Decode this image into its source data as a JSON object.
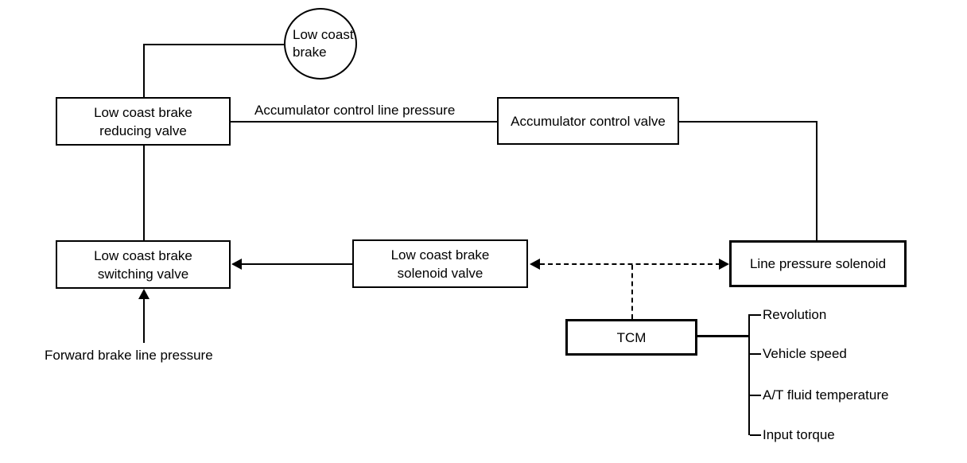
{
  "colors": {
    "ink": "#000000",
    "background": "#ffffff"
  },
  "nodes": {
    "low_coast_brake_circle": "Low coast\nbrake",
    "reducing_valve": "Low coast brake\nreducing valve",
    "accumulator_control_valve": "Accumulator control valve",
    "switching_valve": "Low coast brake\nswitching valve",
    "solenoid_valve": "Low coast brake\nsolenoid valve",
    "line_pressure_solenoid": "Line pressure solenoid",
    "tcm": "TCM"
  },
  "edge_labels": {
    "accumulator_control_line_pressure": "Accumulator control line pressure",
    "forward_brake_line_pressure": "Forward brake line pressure"
  },
  "tcm_inputs": [
    "Revolution",
    "Vehicle speed",
    "A/T fluid temperature",
    "Input torque"
  ]
}
